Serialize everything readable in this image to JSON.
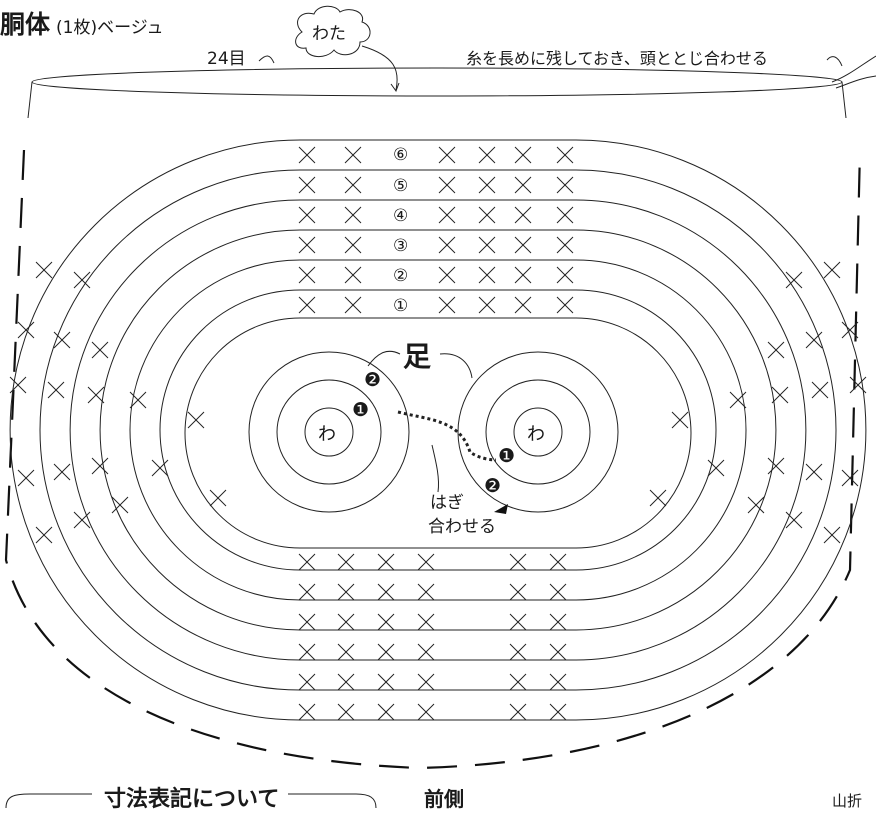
{
  "title": {
    "main": "胴体",
    "sub": "(1枚)ベージュ"
  },
  "cloud_label": "わた",
  "stitch_count_label": "24目",
  "yarn_note": "糸を長めに残しておき、頭ととじ合わせる",
  "leg_label": "足",
  "ring_label": "わ",
  "join_label_line1": "はぎ",
  "join_label_line2": "合わせる",
  "round_numbers": [
    "⑥",
    "⑤",
    "④",
    "③",
    "②",
    "①"
  ],
  "inner_round_markers": [
    "❶",
    "❷"
  ],
  "footer": {
    "dimension_box_title": "寸法表記について",
    "front_label": "前側",
    "fold_label": "山折"
  }
}
